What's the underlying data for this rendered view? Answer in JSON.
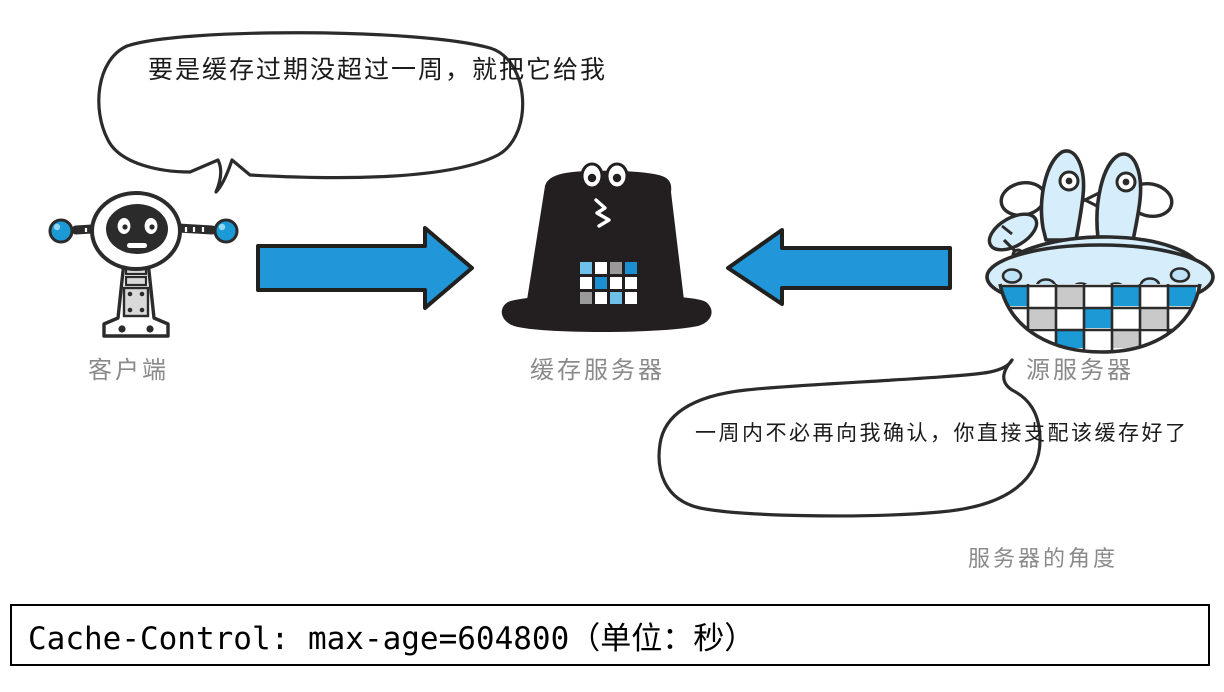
{
  "diagram": {
    "title": "HTTP Cache-Control max-age diagram",
    "bubbles": [
      {
        "id": "client-request",
        "speaker": "client",
        "lines": [
          "要是缓存过期没超过一",
          "周，就把它给我"
        ],
        "text": "要是缓存过期没超过一周，就把它给我"
      },
      {
        "id": "origin-response",
        "speaker": "origin-server",
        "lines": [
          "一周内不必再向我确认，",
          "你直接支配该缓存好了"
        ],
        "text": "一周内不必再向我确认，你直接支配该缓存好了"
      }
    ],
    "actors": [
      {
        "id": "client",
        "label": "客户端",
        "icon": "robot-icon"
      },
      {
        "id": "cache-server",
        "label": "缓存服务器",
        "icon": "top-hat-icon"
      },
      {
        "id": "origin-server",
        "label": "源服务器",
        "icon": "ufo-icon"
      }
    ],
    "arrows": [
      {
        "id": "client-to-cache",
        "direction": "right",
        "color": "#2196d8"
      },
      {
        "id": "origin-to-cache",
        "direction": "left",
        "color": "#2196d8"
      }
    ],
    "perspective_note": "服务器的角度",
    "caption": "Cache-Control: max-age=604800（单位：秒）",
    "colors": {
      "arrow_blue": "#2196d8",
      "ufo_body": "#d6eefb",
      "hat_black": "#231f20",
      "label_gray": "#8a8a8a",
      "outline": "#231f20",
      "accent_blue": "#1b9ad6"
    }
  }
}
